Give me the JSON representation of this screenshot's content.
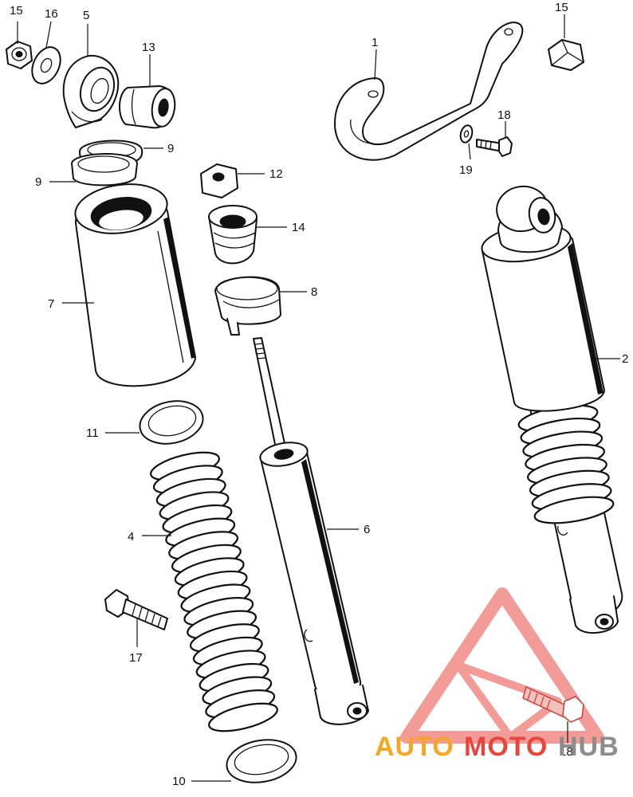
{
  "callouts": [
    {
      "id": "c1",
      "label": "1"
    },
    {
      "id": "c2",
      "label": "2"
    },
    {
      "id": "c4",
      "label": "4"
    },
    {
      "id": "c5",
      "label": "5"
    },
    {
      "id": "c6",
      "label": "6"
    },
    {
      "id": "c7",
      "label": "7"
    },
    {
      "id": "c8",
      "label": "8"
    },
    {
      "id": "c9a",
      "label": "9"
    },
    {
      "id": "c9b",
      "label": "9"
    },
    {
      "id": "c10",
      "label": "10"
    },
    {
      "id": "c11",
      "label": "11"
    },
    {
      "id": "c12",
      "label": "12"
    },
    {
      "id": "c13",
      "label": "13"
    },
    {
      "id": "c14",
      "label": "14"
    },
    {
      "id": "c15a",
      "label": "15"
    },
    {
      "id": "c15b",
      "label": "15"
    },
    {
      "id": "c16",
      "label": "16"
    },
    {
      "id": "c17",
      "label": "17"
    },
    {
      "id": "c18a",
      "label": "18"
    },
    {
      "id": "c18b",
      "label": "18"
    },
    {
      "id": "c19",
      "label": "19"
    }
  ],
  "watermark": {
    "part1": "AUTO",
    "part2": "MOTO",
    "part3": "HUB",
    "color_orange": "#f5a623",
    "color_red": "#e8453c",
    "color_gray": "#8c8c8c"
  }
}
